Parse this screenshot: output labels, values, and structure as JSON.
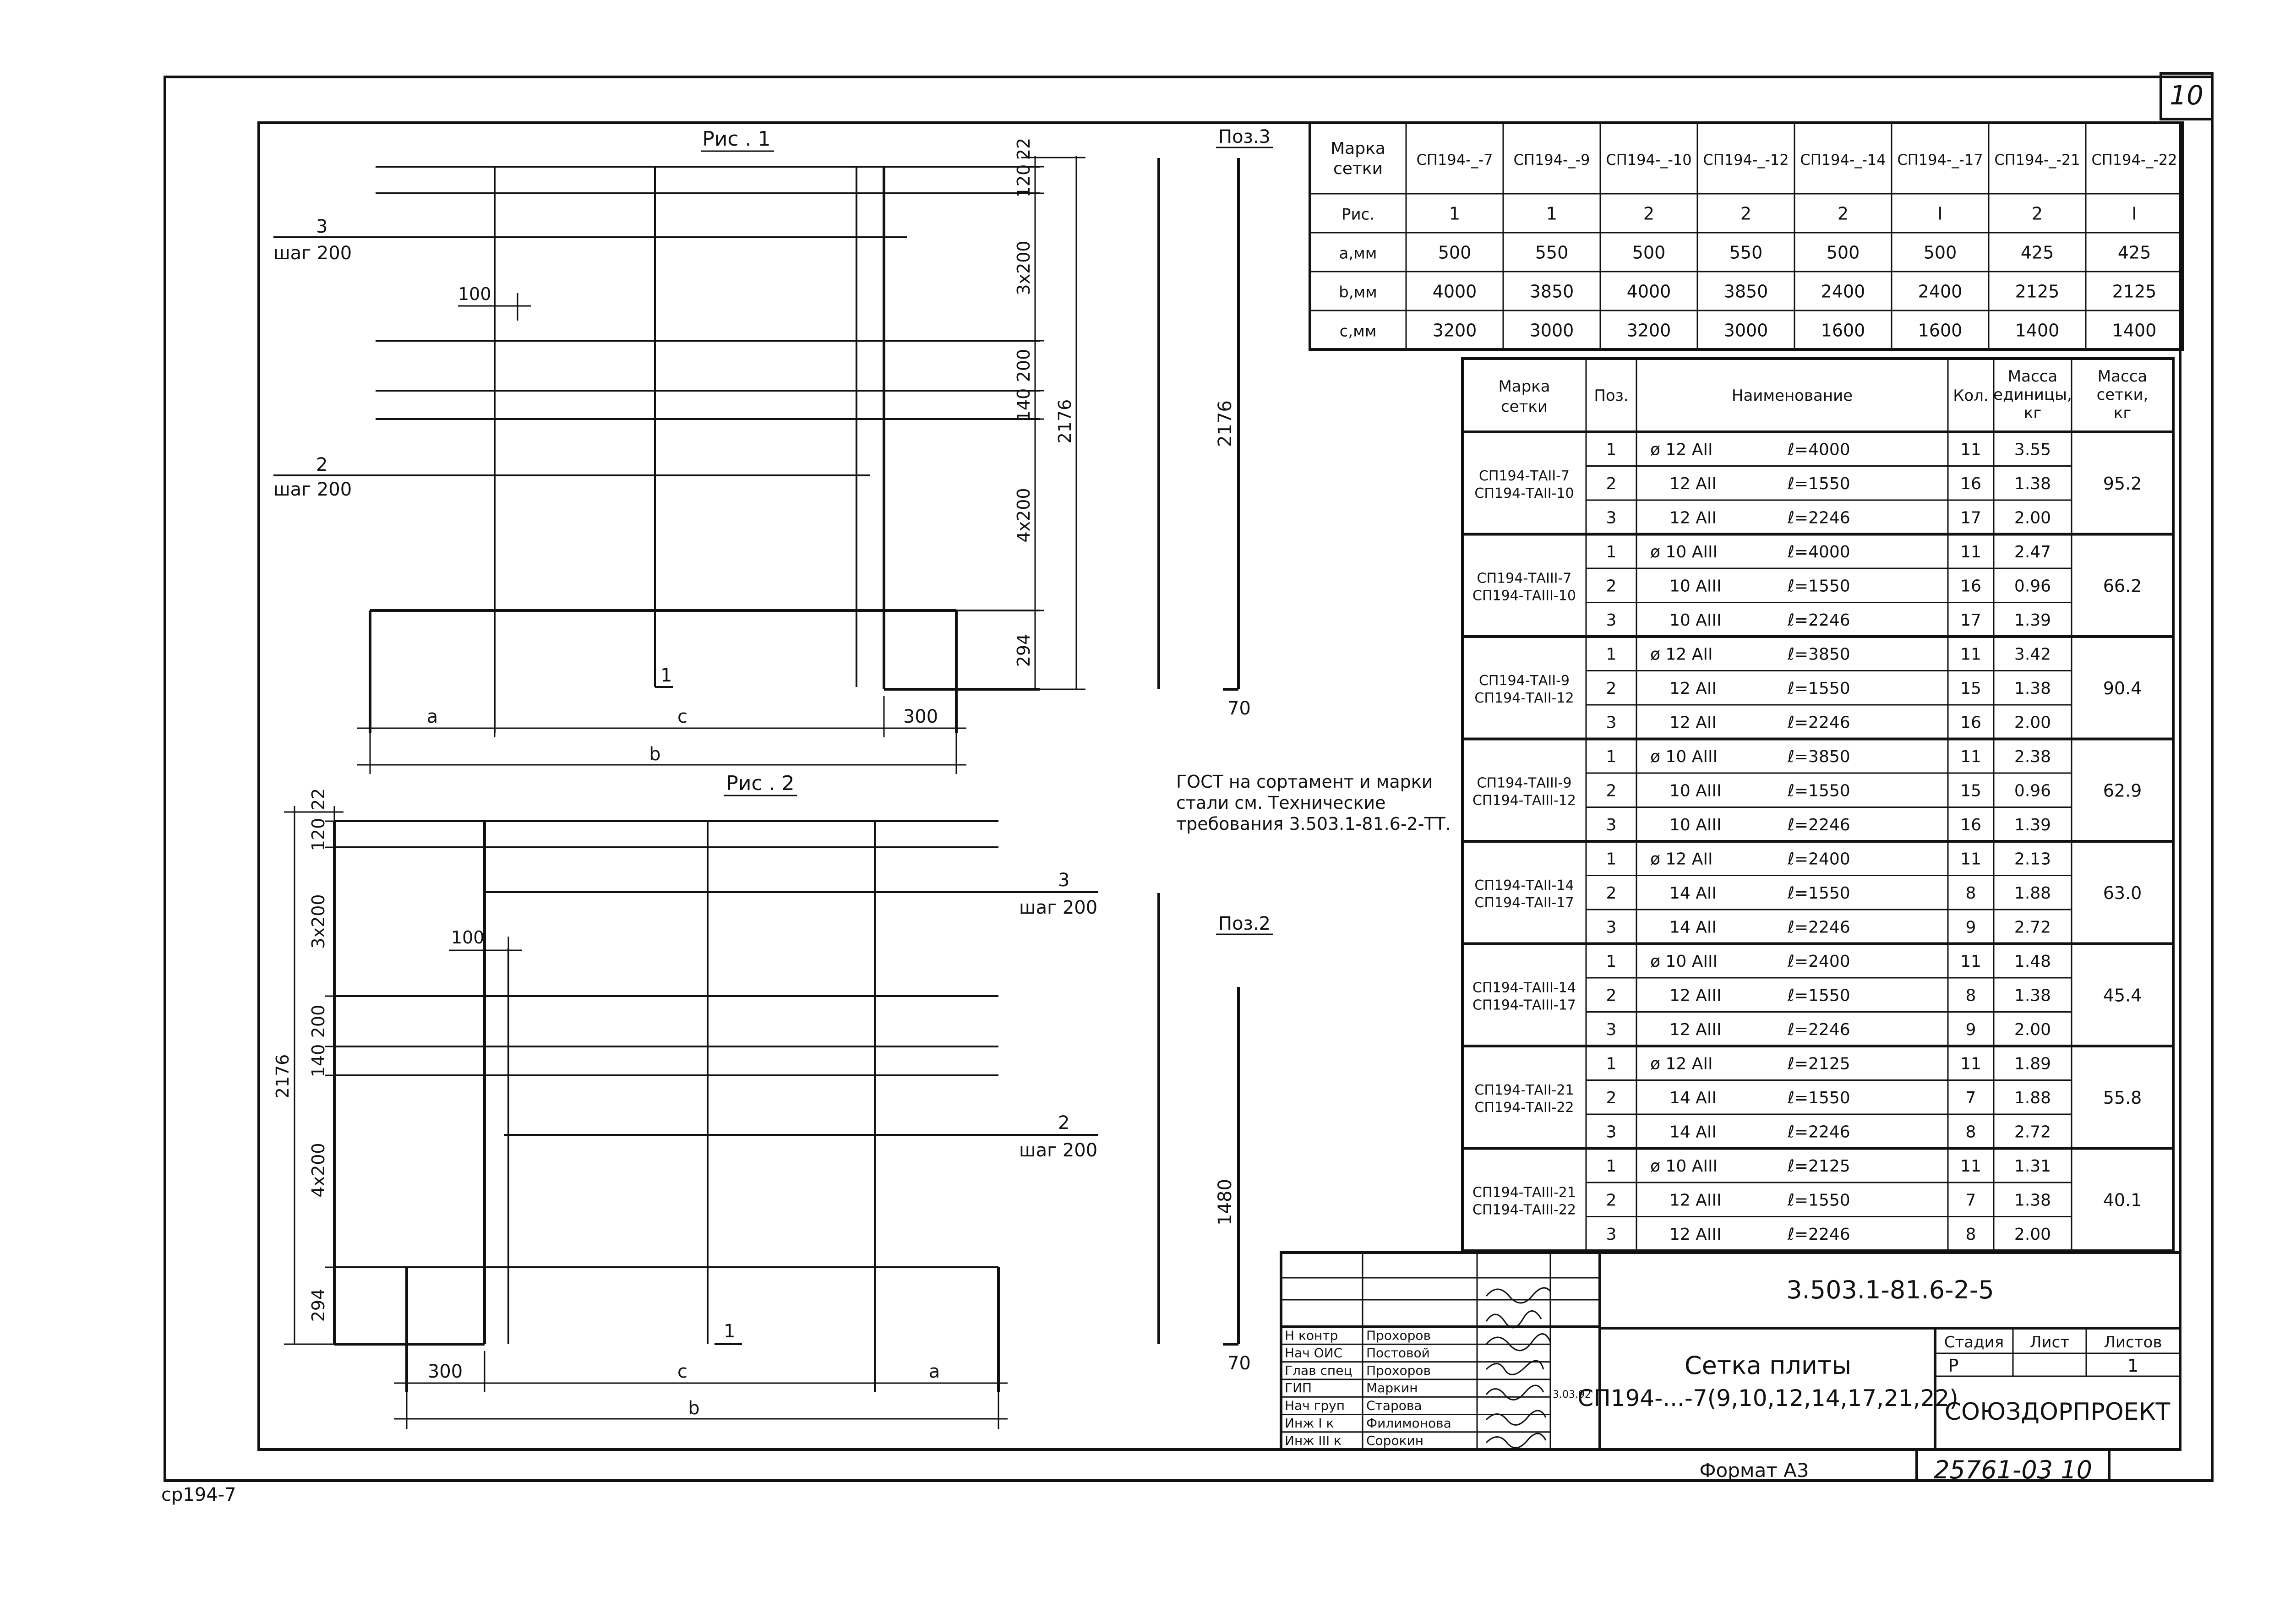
{
  "sheet": {
    "sheet_no": "10",
    "left_code": "ср194-7",
    "format": "Формат А3",
    "archive_no": "25761-03   10"
  },
  "fig1": {
    "title": "Рис . 1",
    "label_3": "3",
    "step_3": "шаг 200",
    "label_2": "2",
    "step_2": "шаг 200",
    "label_1": "1",
    "dim_100": "100",
    "dim_a": "а",
    "dim_c": "с",
    "dim_300": "300",
    "dim_b": "b",
    "dim_right": [
      "22",
      "120",
      "3x200",
      "200",
      "140",
      "4x200",
      "294"
    ],
    "dim_total": "2176"
  },
  "fig2": {
    "title": "Рис . 2",
    "label_3": "3",
    "step_3": "шаг 200",
    "label_2": "2",
    "step_2": "шаг 200",
    "label_1": "1",
    "dim_100": "100",
    "dim_a": "а",
    "dim_c": "с",
    "dim_300": "300",
    "dim_b": "b",
    "dim_left": [
      "22",
      "120",
      "3x200",
      "200",
      "140",
      "4x200",
      "294"
    ],
    "dim_total": "2176"
  },
  "pos3": {
    "label": "Поз.3",
    "length": "2176",
    "bottom": "70"
  },
  "pos2": {
    "label": "Поз.2",
    "length": "1480",
    "bottom": "70"
  },
  "note": [
    "ГОСТ на сортамент и марки",
    "стали см. Технические",
    "требования 3.503.1-81.6-2-ТТ."
  ],
  "params_table": {
    "headers": [
      "Марка сетки",
      "СП194-_-7",
      "СП194-_-9",
      "СП194-_-10",
      "СП194-_-12",
      "СП194-_-14",
      "СП194-_-17",
      "СП194-_-21",
      "СП194-_-22"
    ],
    "rows": [
      [
        "Рис.",
        "1",
        "1",
        "2",
        "2",
        "2",
        "I",
        "2",
        "I"
      ],
      [
        "а,мм",
        "500",
        "550",
        "500",
        "550",
        "500",
        "500",
        "425",
        "425"
      ],
      [
        "b,мм",
        "4000",
        "3850",
        "4000",
        "3850",
        "2400",
        "2400",
        "2125",
        "2125"
      ],
      [
        "с,мм",
        "3200",
        "3000",
        "3200",
        "3000",
        "1600",
        "1600",
        "1400",
        "1400"
      ]
    ]
  },
  "spec_table": {
    "headers": [
      "Марка сетки",
      "Поз.",
      "Наименование",
      "Кол.",
      "Масса единицы, кг",
      "Масса сетки, кг"
    ],
    "groups": [
      {
        "mark": [
          "СП194-ТАII-7",
          "СП194-ТАII-10"
        ],
        "total": "95.2",
        "rows": [
          [
            "1",
            "ø 12 АII",
            "ℓ=4000",
            "11",
            "3.55"
          ],
          [
            "2",
            "12 АII",
            "ℓ=1550",
            "16",
            "1.38"
          ],
          [
            "3",
            "12 АII",
            "ℓ=2246",
            "17",
            "2.00"
          ]
        ]
      },
      {
        "mark": [
          "СП194-ТАIII-7",
          "СП194-ТАIII-10"
        ],
        "total": "66.2",
        "rows": [
          [
            "1",
            "ø 10 АIII",
            "ℓ=4000",
            "11",
            "2.47"
          ],
          [
            "2",
            "10 АIII",
            "ℓ=1550",
            "16",
            "0.96"
          ],
          [
            "3",
            "10 АIII",
            "ℓ=2246",
            "17",
            "1.39"
          ]
        ]
      },
      {
        "mark": [
          "СП194-ТАII-9",
          "СП194-ТАII-12"
        ],
        "total": "90.4",
        "rows": [
          [
            "1",
            "ø 12 АII",
            "ℓ=3850",
            "11",
            "3.42"
          ],
          [
            "2",
            "12 АII",
            "ℓ=1550",
            "15",
            "1.38"
          ],
          [
            "3",
            "12 АII",
            "ℓ=2246",
            "16",
            "2.00"
          ]
        ]
      },
      {
        "mark": [
          "СП194-ТАIII-9",
          "СП194-ТАIII-12"
        ],
        "total": "62.9",
        "rows": [
          [
            "1",
            "ø 10 АIII",
            "ℓ=3850",
            "11",
            "2.38"
          ],
          [
            "2",
            "10 АIII",
            "ℓ=1550",
            "15",
            "0.96"
          ],
          [
            "3",
            "10 АIII",
            "ℓ=2246",
            "16",
            "1.39"
          ]
        ]
      },
      {
        "mark": [
          "СП194-ТАII-14",
          "СП194-ТАII-17"
        ],
        "total": "63.0",
        "rows": [
          [
            "1",
            "ø 12 АII",
            "ℓ=2400",
            "11",
            "2.13"
          ],
          [
            "2",
            "14 АII",
            "ℓ=1550",
            "8",
            "1.88"
          ],
          [
            "3",
            "14 АII",
            "ℓ=2246",
            "9",
            "2.72"
          ]
        ]
      },
      {
        "mark": [
          "СП194-ТАIII-14",
          "СП194-ТАIII-17"
        ],
        "total": "45.4",
        "rows": [
          [
            "1",
            "ø 10 АIII",
            "ℓ=2400",
            "11",
            "1.48"
          ],
          [
            "2",
            "12 АIII",
            "ℓ=1550",
            "8",
            "1.38"
          ],
          [
            "3",
            "12 АIII",
            "ℓ=2246",
            "9",
            "2.00"
          ]
        ]
      },
      {
        "mark": [
          "СП194-ТАII-21",
          "СП194-ТАII-22"
        ],
        "total": "55.8",
        "rows": [
          [
            "1",
            "ø 12 АII",
            "ℓ=2125",
            "11",
            "1.89"
          ],
          [
            "2",
            "14 АII",
            "ℓ=1550",
            "7",
            "1.88"
          ],
          [
            "3",
            "14 АII",
            "ℓ=2246",
            "8",
            "2.72"
          ]
        ]
      },
      {
        "mark": [
          "СП194-ТАIII-21",
          "СП194-ТАIII-22"
        ],
        "total": "40.1",
        "rows": [
          [
            "1",
            "ø 10 АIII",
            "ℓ=2125",
            "11",
            "1.31"
          ],
          [
            "2",
            "12 АIII",
            "ℓ=1550",
            "7",
            "1.38"
          ],
          [
            "3",
            "12 АIII",
            "ℓ=2246",
            "8",
            "2.00"
          ]
        ]
      }
    ]
  },
  "title_block": {
    "code": "3.503.1-81.6-2-5",
    "roles": [
      [
        "Н контр",
        "Прохоров"
      ],
      [
        "Нач ОИС",
        "Постовой"
      ],
      [
        "Глав спец",
        "Прохоров"
      ],
      [
        "ГИП",
        "Маркин"
      ],
      [
        "Нач груп",
        "Старова"
      ],
      [
        "Инж I к",
        "Филимонова"
      ],
      [
        "Инж III к",
        "Сорокин"
      ]
    ],
    "date": "3.03.92",
    "name_line1": "Сетка плиты",
    "name_line2": "СП194-...-7(9,10,12,14,17,21,22)",
    "stage_label": "Стадия",
    "sheet_label": "Лист",
    "sheets_label": "Листов",
    "stage": "Р",
    "sheets": "1",
    "org": "СОЮЗДОРПРОЕКТ"
  }
}
